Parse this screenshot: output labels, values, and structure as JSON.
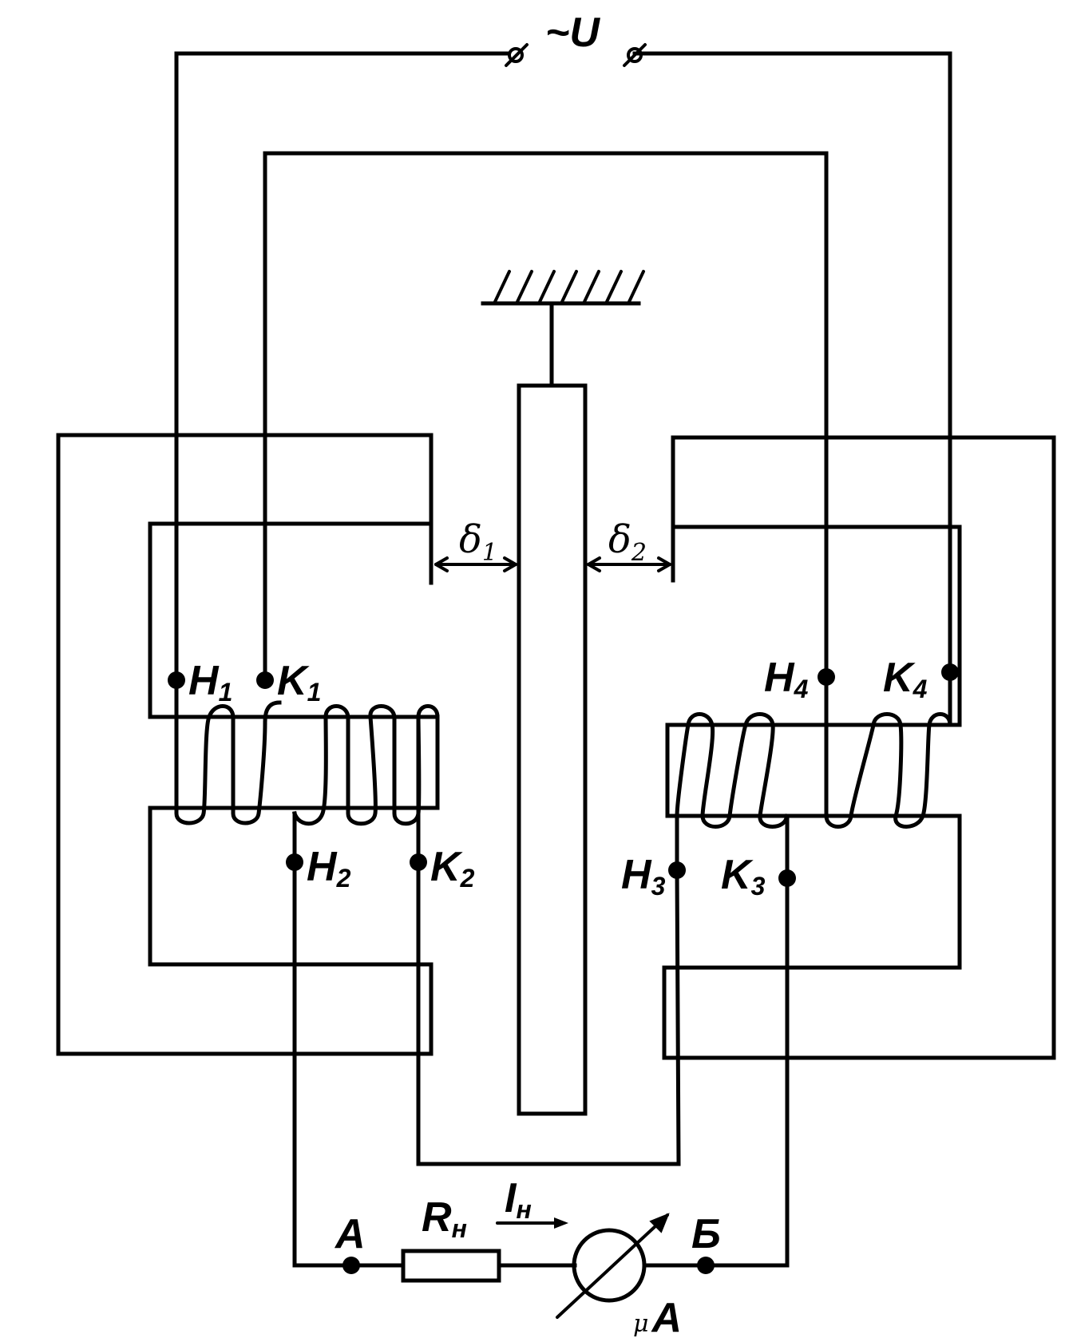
{
  "source": {
    "label": "~U"
  },
  "gaps": {
    "delta1": "δ",
    "delta1_sub": "1",
    "delta2": "δ",
    "delta2_sub": "2"
  },
  "terminals": {
    "H1": {
      "letter": "H",
      "sub": "1"
    },
    "K1": {
      "letter": "K",
      "sub": "1"
    },
    "H2": {
      "letter": "H",
      "sub": "2"
    },
    "K2": {
      "letter": "K",
      "sub": "2"
    },
    "H3": {
      "letter": "H",
      "sub": "3"
    },
    "K3": {
      "letter": "K",
      "sub": "3"
    },
    "H4": {
      "letter": "H",
      "sub": "4"
    },
    "K4": {
      "letter": "K",
      "sub": "4"
    }
  },
  "output": {
    "node_a": "A",
    "node_b": "Б",
    "resistor": {
      "letter": "R",
      "sub": "н"
    },
    "current": {
      "letter": "I",
      "sub": "н"
    },
    "meter": {
      "prefix": "μ",
      "letter": "A"
    }
  }
}
